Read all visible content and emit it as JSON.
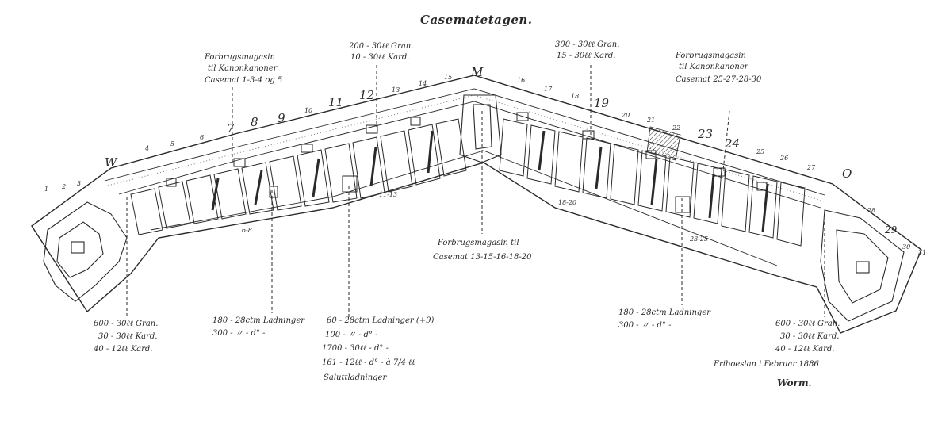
{
  "title": "Casematetagen.",
  "labels": {
    "top_left_1": "Forbrugsmagasin",
    "top_left_2": "til Kanonkanoner",
    "top_left_3": "Casemat 1-3-4 og 5",
    "top_center_1": "200 - 30ℓℓ Gran.",
    "top_center_2": "10 - 30ℓℓ Kard.",
    "top_right_1": "300 - 30ℓℓ Gran.",
    "top_right_2": "15 - 30ℓℓ Kard.",
    "top_far_right_1": "Forbrugsmagasin",
    "top_far_right_2": "til Kanonkanoner",
    "top_far_right_3": "Casemat 25-27-28-30",
    "bottom_left_1": "600 - 30ℓℓ Gran.",
    "bottom_left_2": "30 - 30ℓℓ Kard.",
    "bottom_left_3": "40 - 12ℓℓ Kard.",
    "bottom_c1_1": "180 - 28ctm Ladninger",
    "bottom_c1_2": "300 - 〃 -   d° -",
    "bottom_c2_1": "60 - 28ctm Ladninger  (+9)",
    "bottom_c2_2": "100 - 〃 -   d° -",
    "bottom_c2_3": "1700 - 30ℓℓ -   d° -",
    "bottom_c2_4": "161 - 12ℓℓ -   d° -   à 7/4 ℓℓ",
    "bottom_c2_5": "Saluttladninger",
    "bottom_center_1": "Forbrugsmagasin til",
    "bottom_center_2": "Casemat 13-15-16-18-20",
    "bottom_c3_1": "180 - 28ctm Ladninger",
    "bottom_c3_2": "300 - 〃 -   d° -",
    "bottom_right_1": "600 - 30ℓℓ Gran.",
    "bottom_right_2": "30 - 30ℓℓ Kard.",
    "bottom_right_3": "40 - 12ℓℓ Kard.",
    "signature_place": "Friboeslan i Februar 1886",
    "signature_name": "Worm."
  },
  "numbers": {
    "n_W": "W",
    "n_1": "1",
    "n_2": "2",
    "n_3": "3",
    "n_4": "4",
    "n_5": "5",
    "n_6": "6",
    "n_7": "7",
    "n_8": "8",
    "n_9": "9",
    "n_10": "10",
    "n_11": "11",
    "n_12": "12",
    "n_13": "13",
    "n_14": "14",
    "n_15": "15",
    "n_M": "M",
    "n_16": "16",
    "n_17": "17",
    "n_18": "18",
    "n_19": "19",
    "n_20": "20",
    "n_21": "21",
    "n_22": "22",
    "n_23": "23",
    "n_24": "24",
    "n_25": "25",
    "n_26": "26",
    "n_27": "27",
    "n_28": "28",
    "n_29": "29",
    "n_30": "30",
    "n_O": "O",
    "n_31": "31",
    "g_6_8": "6-8",
    "g_11_13": "11-13",
    "g_18_20": "18-20",
    "g_23_25": "23-25"
  }
}
